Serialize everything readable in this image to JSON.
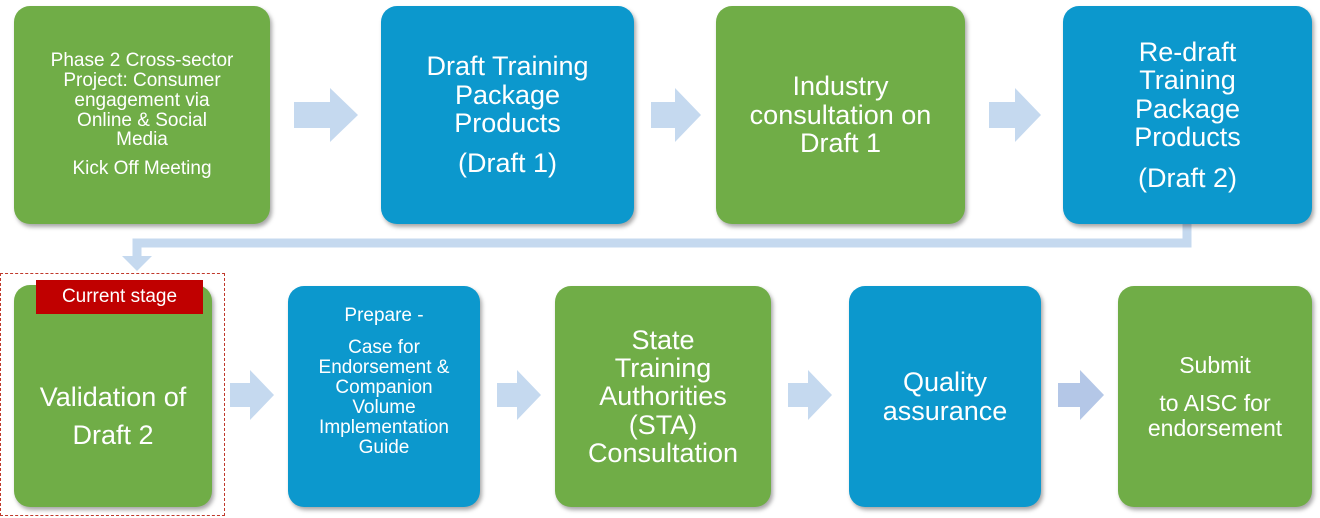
{
  "steps": [
    {
      "lines": [
        "Phase 2 Cross-sector",
        "Project: Consumer",
        "engagement  via",
        "Online  & Social",
        "Media"
      ],
      "sub": "Kick Off Meeting"
    },
    {
      "lines": [
        "Draft Training",
        "Package",
        "Products"
      ],
      "sub": "(Draft 1)"
    },
    {
      "lines": [
        "Industry",
        "consultation on",
        "Draft 1"
      ]
    },
    {
      "lines": [
        "Re-draft",
        "Training",
        "Package",
        "Products"
      ],
      "sub": "(Draft 2)"
    },
    {
      "lines": [
        "Validation of",
        "Draft 2"
      ]
    },
    {
      "lines": [
        "Prepare -"
      ],
      "sub_lines": [
        "Case for",
        "Endorsement  &",
        "Companion",
        "Volume",
        "Implementation",
        "Guide"
      ]
    },
    {
      "lines": [
        "State",
        "Training",
        "Authorities",
        "(STA)",
        "Consultation"
      ]
    },
    {
      "lines": [
        "Quality",
        "assurance"
      ]
    },
    {
      "lines": [
        "Submit"
      ],
      "sub_lines": [
        "to AISC for",
        "endorsement"
      ]
    }
  ],
  "current_stage_label": "Current stage",
  "colors": {
    "green": "#70ad47",
    "blue": "#0c98cd",
    "arrow": "#c5d9ef",
    "current": "#c00000"
  }
}
